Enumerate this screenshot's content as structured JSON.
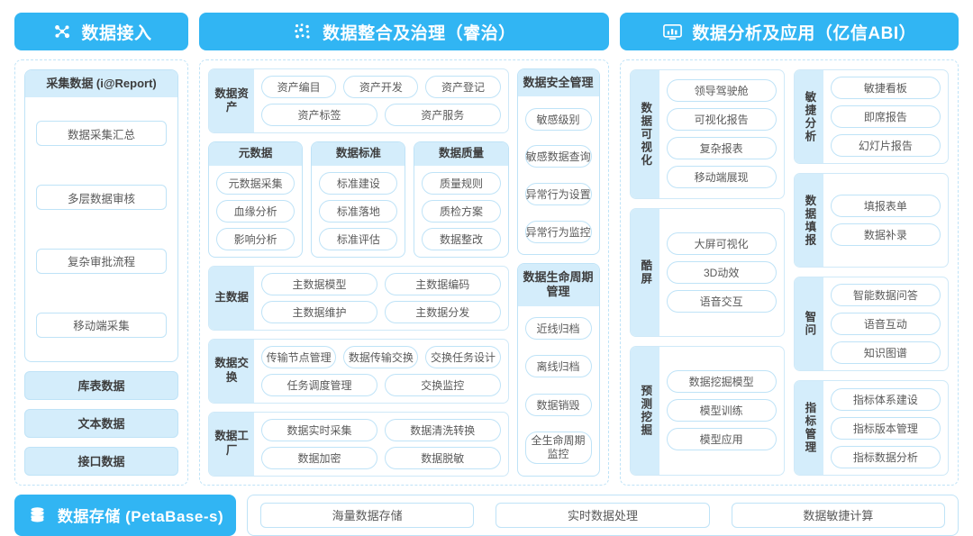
{
  "columns": [
    {
      "header": {
        "title": "数据接入",
        "icon": "network-nodes-icon"
      },
      "card": {
        "title": "采集数据 (i@Report)",
        "items": [
          "数据采集汇总",
          "多层数据审核",
          "复杂审批流程",
          "移动端采集"
        ]
      },
      "stack": [
        "库表数据",
        "文本数据",
        "接口数据"
      ]
    },
    {
      "header": {
        "title": "数据整合及治理（睿治）",
        "icon": "data-dots-icon"
      },
      "asset": {
        "label": "数据资产",
        "row1": [
          "资产编目",
          "资产开发",
          "资产登记"
        ],
        "row2": [
          "资产标签",
          "资产服务"
        ]
      },
      "trio": [
        {
          "title": "元数据",
          "items": [
            "元数据采集",
            "血缘分析",
            "影响分析"
          ]
        },
        {
          "title": "数据标准",
          "items": [
            "标准建设",
            "标准落地",
            "标准评估"
          ]
        },
        {
          "title": "数据质量",
          "items": [
            "质量规则",
            "质检方案",
            "数据整改"
          ]
        }
      ],
      "master": {
        "label": "主数据",
        "row1": [
          "主数据模型",
          "主数据编码"
        ],
        "row2": [
          "主数据维护",
          "主数据分发"
        ]
      },
      "exchange": {
        "label": "数据交换",
        "row1": [
          "传输节点管理",
          "数据传输交换",
          "交换任务设计"
        ],
        "row2": [
          "任务调度管理",
          "交换监控"
        ]
      },
      "factory": {
        "label": "数据工厂",
        "row1": [
          "数据实时采集",
          "数据清洗转换"
        ],
        "row2": [
          "数据加密",
          "数据脱敏"
        ]
      },
      "security": {
        "title": "数据安全管理",
        "items": [
          "敏感级别",
          "敏感数据查询",
          "异常行为设置",
          "异常行为监控"
        ]
      },
      "lifecycle": {
        "title": "数据生命周期管理",
        "items": [
          "近线归档",
          "离线归档",
          "数据销毁",
          "全生命周期监控"
        ]
      }
    },
    {
      "header": {
        "title": "数据分析及应用（亿信ABI）",
        "icon": "monitor-chart-icon"
      },
      "left": [
        {
          "label": "数据可视化",
          "items": [
            "领导驾驶舱",
            "可视化报告",
            "复杂报表",
            "移动端展现"
          ]
        },
        {
          "label": "酷屏",
          "items": [
            "大屏可视化",
            "3D动效",
            "语音交互"
          ]
        },
        {
          "label": "预测挖掘",
          "items": [
            "数据挖掘模型",
            "模型训练",
            "模型应用"
          ]
        }
      ],
      "right": [
        {
          "label": "敏捷分析",
          "items": [
            "敏捷看板",
            "即席报告",
            "幻灯片报告"
          ]
        },
        {
          "label": "数据填报",
          "items": [
            "填报表单",
            "数据补录"
          ]
        },
        {
          "label": "智问",
          "items": [
            "智能数据问答",
            "语音互动",
            "知识图谱"
          ]
        },
        {
          "label": "指标管理",
          "items": [
            "指标体系建设",
            "指标版本管理",
            "指标数据分析"
          ]
        }
      ]
    }
  ],
  "bottom": {
    "header": {
      "title": "数据存储 (PetaBase-s)",
      "icon": "database-icon"
    },
    "items": [
      "海量数据存储",
      "实时数据处理",
      "数据敏捷计算"
    ]
  },
  "colors": {
    "accent": "#31b5f3",
    "panel_fill": "#d4edfb",
    "border": "#bfe3f7"
  }
}
